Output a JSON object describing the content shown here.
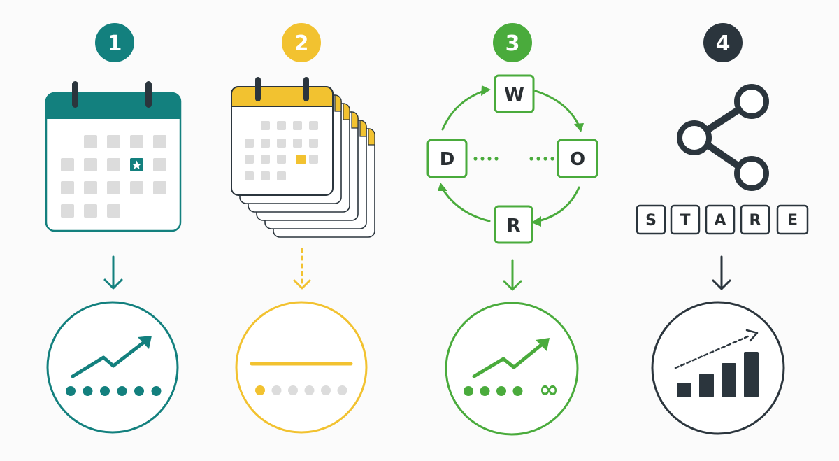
{
  "colors": {
    "teal": "#13807e",
    "yellow": "#f2c230",
    "green": "#4aab3c",
    "dark": "#2b353d",
    "cell": "#dcdcdc"
  },
  "steps": [
    {
      "number": "1",
      "color": "#13807e",
      "icon": "calendar-star-icon",
      "outcome": "rising-trend-icon",
      "dots_filled": 6,
      "dots_total": 6
    },
    {
      "number": "2",
      "color": "#f2c230",
      "icon": "calendar-stack-icon",
      "outcome": "flat-line-icon",
      "dots_filled": 1,
      "dots_total": 6
    },
    {
      "number": "3",
      "color": "#4aab3c",
      "icon": "word-cycle-icon",
      "outcome": "rising-trend-infinity-icon",
      "dots_filled": 4,
      "dots_total": 4
    },
    {
      "number": "4",
      "color": "#2b353d",
      "icon": "share-icon",
      "outcome": "growth-bars-icon"
    }
  ],
  "cycle_letters": [
    "W",
    "O",
    "R",
    "D"
  ],
  "share_word": [
    "S",
    "T",
    "A",
    "R",
    "E"
  ],
  "infinity_symbol": "∞"
}
